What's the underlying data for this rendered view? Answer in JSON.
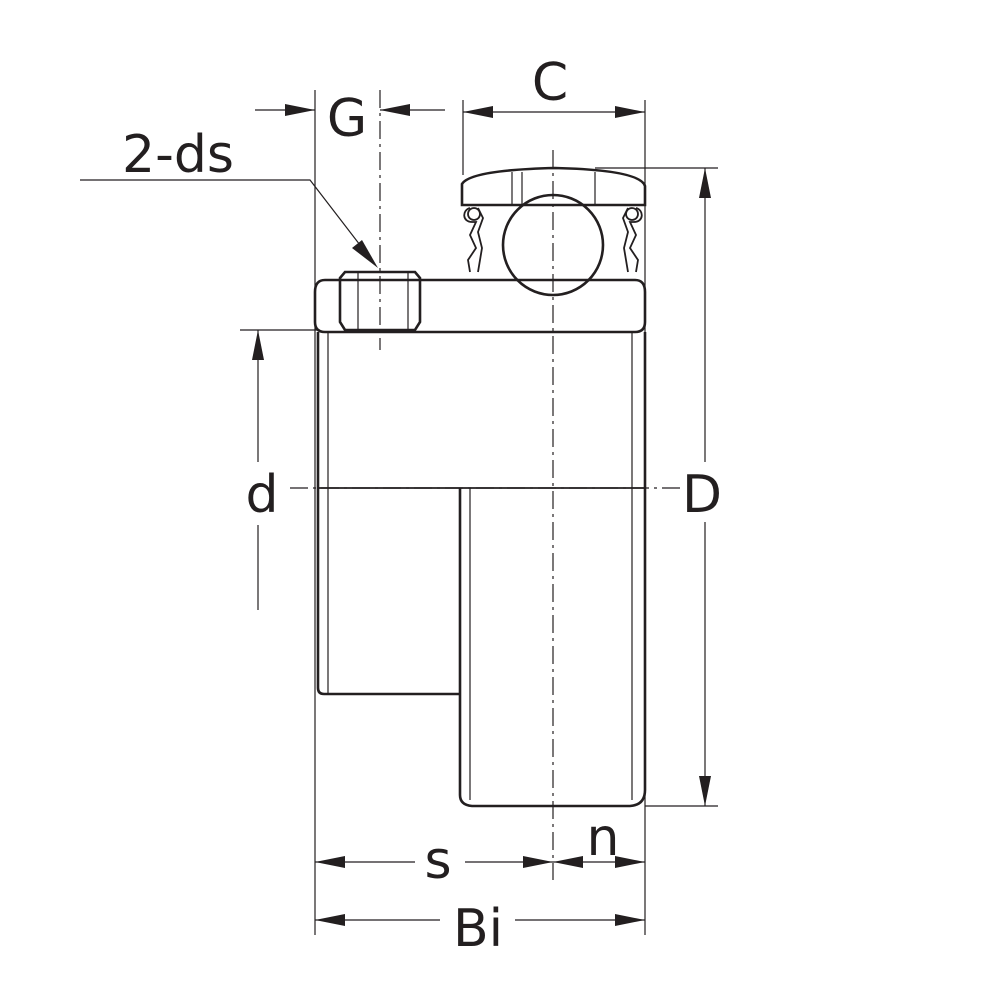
{
  "labels": {
    "G": "G",
    "C": "C",
    "ds": "2-ds",
    "d": "d",
    "D": "D",
    "s": "s",
    "n": "n",
    "Bi": "Bi"
  }
}
